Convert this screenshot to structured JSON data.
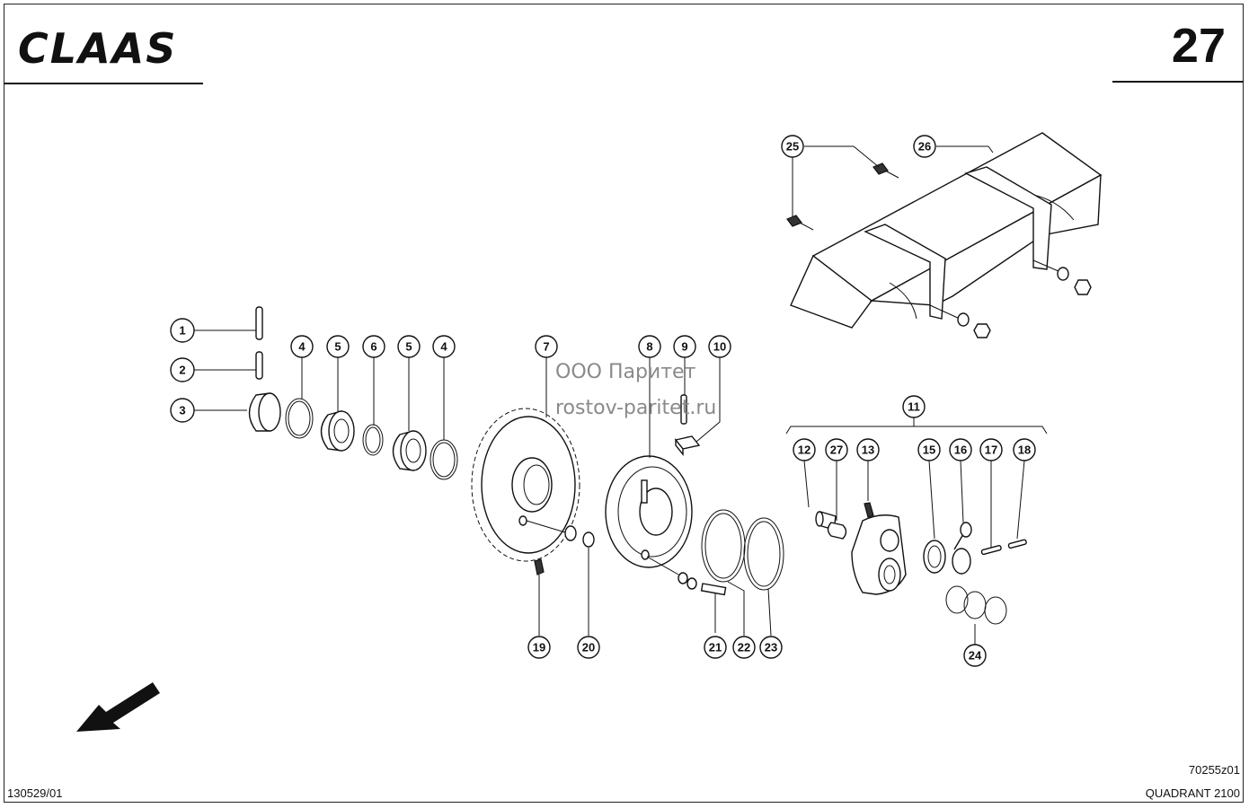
{
  "header": {
    "brand": "CLAAS",
    "page_number": "27"
  },
  "watermark": {
    "line1": "ООО Паритет",
    "line2": "rostov-paritet.ru"
  },
  "footer": {
    "doc_id": "130529/01",
    "drawing_code": "70255z01",
    "model": "QUADRANT 2100"
  },
  "callouts": [
    "1",
    "2",
    "3",
    "4",
    "5",
    "6",
    "5",
    "4",
    "7",
    "8",
    "9",
    "10",
    "25",
    "26",
    "11",
    "12",
    "27",
    "13",
    "15",
    "16",
    "17",
    "18",
    "19",
    "20",
    "21",
    "22",
    "23",
    "24"
  ]
}
